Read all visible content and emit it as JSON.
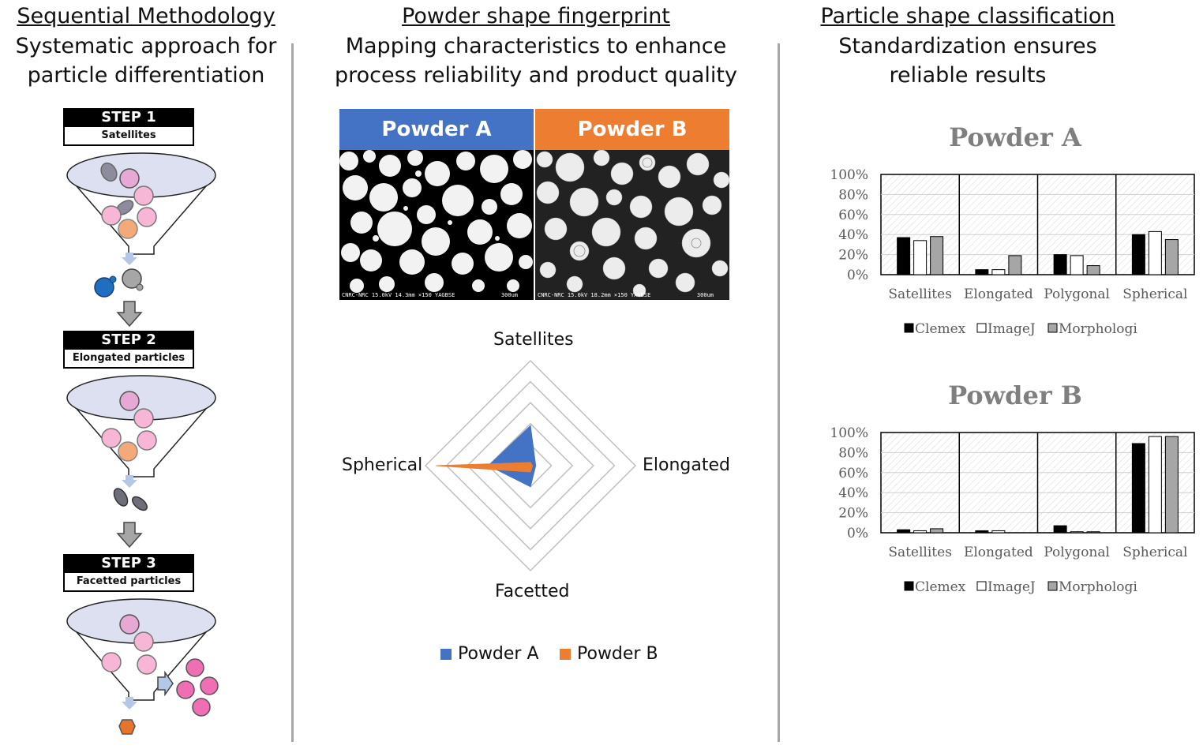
{
  "left": {
    "title": "Sequential Methodology",
    "subtitle_line1": "Systematic approach for",
    "subtitle_line2": "particle differentiation",
    "steps": [
      {
        "head": "STEP 1",
        "label": "Satellites"
      },
      {
        "head": "STEP 2",
        "label": "Elongated particles"
      },
      {
        "head": "STEP 3",
        "label": "Facetted particles"
      }
    ]
  },
  "middle": {
    "title": "Powder shape fingerprint",
    "subtitle_line1": "Mapping characteristics to enhance",
    "subtitle_line2": "process reliability and product quality",
    "powder_a_label": "Powder A",
    "powder_b_label": "Powder B",
    "sem_a_caption": "CNRC-NRC 15.0kV 14.3mm ×150 YAGBSE",
    "sem_b_caption": "CNRC-NRC 15.0kV 18.2mm ×150 YAGBSE",
    "sem_scale": "300um",
    "radar": {
      "axes": [
        "Satellites",
        "Elongated",
        "Facetted",
        "Spherical"
      ],
      "series": [
        {
          "name": "Powder A",
          "color": "#4472c4",
          "values": [
            0.38,
            0.05,
            0.2,
            0.4
          ]
        },
        {
          "name": "Powder B",
          "color": "#ed7d31",
          "values": [
            0.03,
            0.02,
            0.06,
            0.9
          ]
        }
      ],
      "rings": 5
    }
  },
  "right": {
    "title": "Particle shape classification",
    "subtitle_line1": "Standardization ensures",
    "subtitle_line2": "reliable results"
  },
  "colors": {
    "powder_a": "#4472c4",
    "powder_b": "#ed7d31",
    "pink": "#f7b6d6",
    "funnel_fill": "#dde0f0"
  },
  "chart_data": [
    {
      "type": "bar",
      "title": "Powder A",
      "categories": [
        "Satellites",
        "Elongated",
        "Polygonal",
        "Spherical"
      ],
      "series": [
        {
          "name": "Clemex",
          "color": "#000000",
          "values": [
            37,
            5,
            20,
            40
          ]
        },
        {
          "name": "ImageJ",
          "color": "#ffffff",
          "values": [
            34,
            5,
            19,
            43
          ]
        },
        {
          "name": "Morphologi",
          "color": "#a6a6a6",
          "values": [
            38,
            19,
            9,
            35
          ]
        }
      ],
      "yticks": [
        "0%",
        "20%",
        "40%",
        "60%",
        "80%",
        "100%"
      ],
      "ylim": [
        0,
        100
      ]
    },
    {
      "type": "bar",
      "title": "Powder B",
      "categories": [
        "Satellites",
        "Elongated",
        "Polygonal",
        "Spherical"
      ],
      "series": [
        {
          "name": "Clemex",
          "color": "#000000",
          "values": [
            3,
            2,
            7,
            89
          ]
        },
        {
          "name": "ImageJ",
          "color": "#ffffff",
          "values": [
            2,
            2,
            1,
            96
          ]
        },
        {
          "name": "Morphologi",
          "color": "#a6a6a6",
          "values": [
            4,
            0,
            1,
            96
          ]
        }
      ],
      "yticks": [
        "0%",
        "20%",
        "40%",
        "60%",
        "80%",
        "100%"
      ],
      "ylim": [
        0,
        100
      ]
    }
  ]
}
